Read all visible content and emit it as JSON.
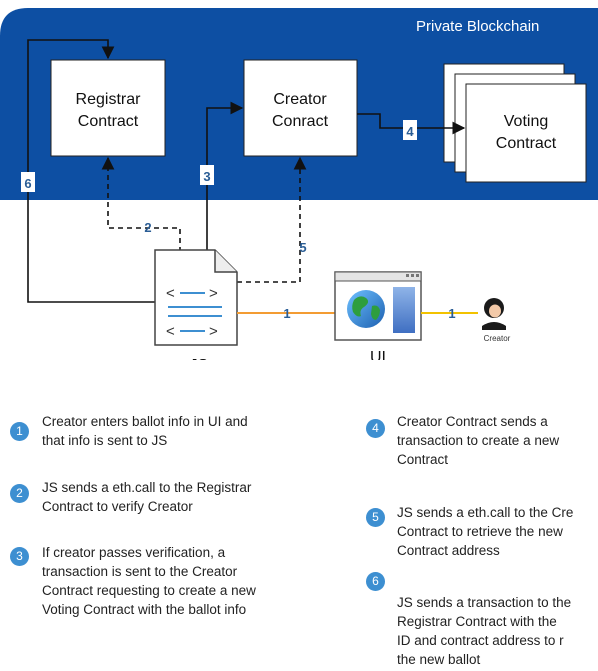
{
  "region_label": "Private Blockchain",
  "boxes": {
    "registrar": [
      "Registrar",
      "Contract"
    ],
    "creator": [
      "Creator",
      "Conract"
    ],
    "voting": [
      "Voting",
      "Contract"
    ]
  },
  "js_label": "JS",
  "ui_label": "UI",
  "creator_person_label": "Creator",
  "arrow_numbers": {
    "a1": "1",
    "a1b": "1",
    "a2": "2",
    "a3": "3",
    "a4": "4",
    "a5": "5",
    "a6": "6"
  },
  "colors": {
    "blockchain": "#0d4fa3",
    "accent_blue": "#3d8fd1",
    "orange_link": "#f39c33",
    "yellow_link": "#f2c200"
  },
  "steps": [
    {
      "num": "1",
      "lines": [
        "Creator enters ballot info in UI and",
        "that info is sent to JS"
      ]
    },
    {
      "num": "2",
      "lines": [
        "JS sends a eth.call to the Registrar",
        "Contract to verify Creator"
      ]
    },
    {
      "num": "3",
      "lines": [
        "If creator passes verification, a",
        "transaction is sent to the Creator",
        "Contract requesting to create a new",
        "Voting Contract with the ballot info"
      ]
    },
    {
      "num": "4",
      "lines": [
        "Creator Contract sends a",
        "transaction to create a new",
        "Contract"
      ]
    },
    {
      "num": "5",
      "lines": [
        "JS sends a eth.call to the Cre",
        "Contract to retrieve the new",
        "Contract address"
      ]
    },
    {
      "num": "6",
      "lines": [
        "",
        "JS sends a transaction to the",
        "Registrar Contract with the",
        "ID and contract address to r",
        "the new ballot"
      ]
    }
  ]
}
